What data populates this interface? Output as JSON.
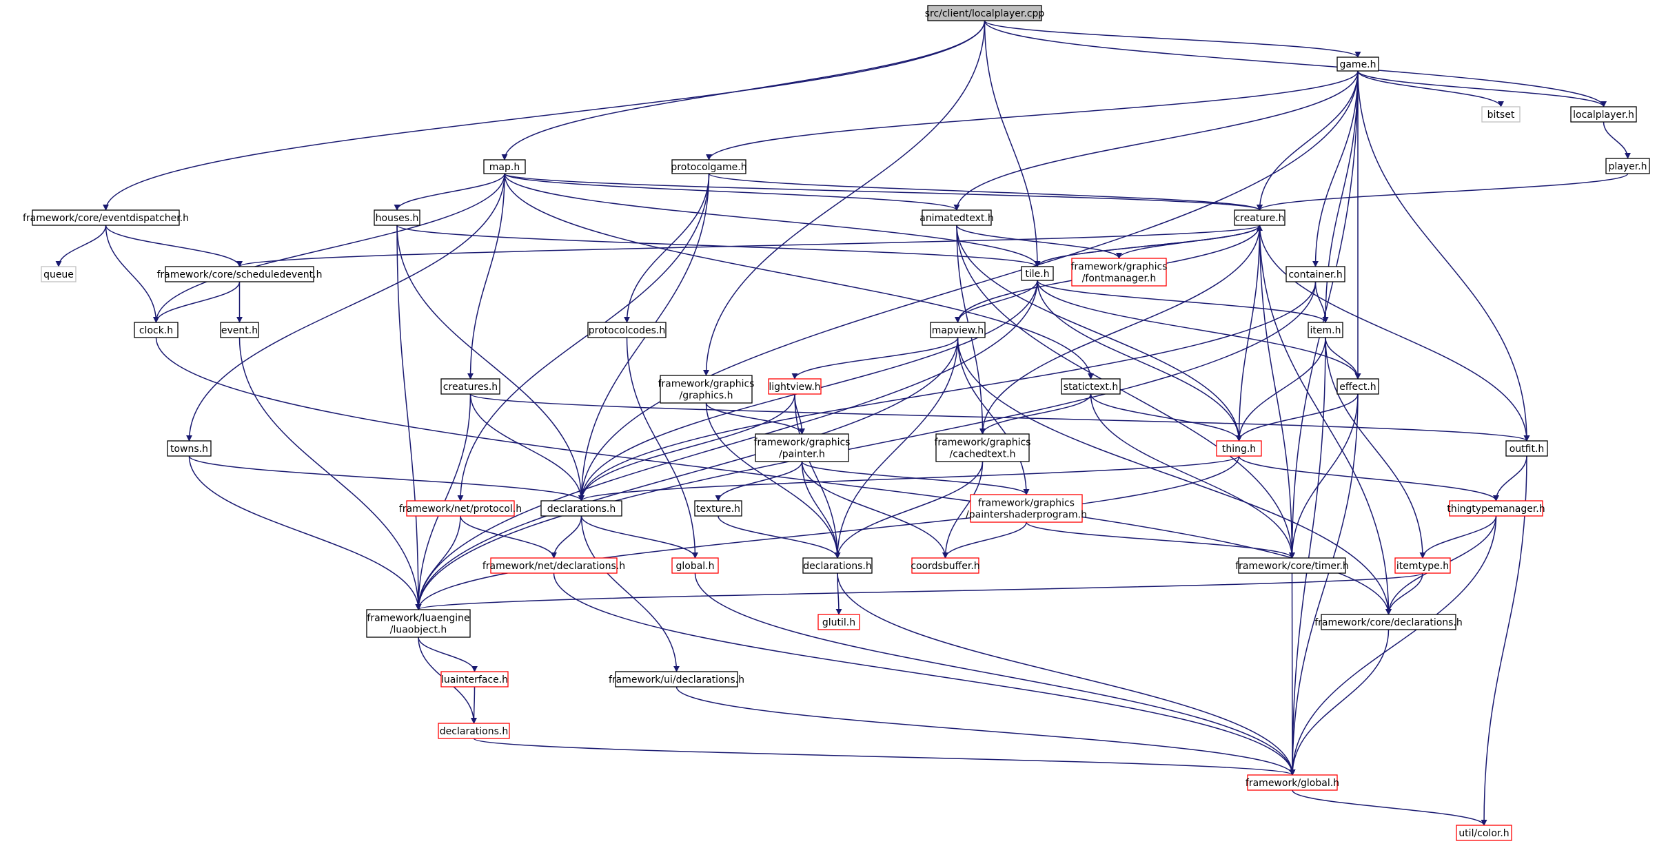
{
  "colors": {
    "edge": "#191970",
    "root_fill": "#bfbfbf",
    "node_border": "#000000",
    "missing_border": "#ff0000",
    "external_border": "#bfbfbf",
    "text": "#000000"
  },
  "nodes": [
    {
      "id": "localplayer_cpp",
      "lines": [
        "src/client/localplayer.cpp"
      ],
      "style": "root"
    },
    {
      "id": "game_h",
      "lines": [
        "game.h"
      ],
      "style": "normal"
    },
    {
      "id": "bitset",
      "lines": [
        "bitset"
      ],
      "style": "external"
    },
    {
      "id": "localplayer_h",
      "lines": [
        "localplayer.h"
      ],
      "style": "normal"
    },
    {
      "id": "player_h",
      "lines": [
        "player.h"
      ],
      "style": "normal"
    },
    {
      "id": "map_h",
      "lines": [
        "map.h"
      ],
      "style": "normal"
    },
    {
      "id": "protocolgame_h",
      "lines": [
        "protocolgame.h"
      ],
      "style": "normal"
    },
    {
      "id": "eventdispatcher_h",
      "lines": [
        "framework/core/eventdispatcher.h"
      ],
      "style": "normal"
    },
    {
      "id": "houses_h",
      "lines": [
        "houses.h"
      ],
      "style": "normal"
    },
    {
      "id": "animatedtext_h",
      "lines": [
        "animatedtext.h"
      ],
      "style": "normal"
    },
    {
      "id": "creature_h",
      "lines": [
        "creature.h"
      ],
      "style": "normal"
    },
    {
      "id": "queue",
      "lines": [
        "queue"
      ],
      "style": "external"
    },
    {
      "id": "scheduledevent_h",
      "lines": [
        "framework/core/scheduledevent.h"
      ],
      "style": "normal"
    },
    {
      "id": "fontmanager_h",
      "lines": [
        "framework/graphics",
        "/fontmanager.h"
      ],
      "style": "missing"
    },
    {
      "id": "tile_h",
      "lines": [
        "tile.h"
      ],
      "style": "normal"
    },
    {
      "id": "container_h",
      "lines": [
        "container.h"
      ],
      "style": "normal"
    },
    {
      "id": "clock_h",
      "lines": [
        "clock.h"
      ],
      "style": "normal"
    },
    {
      "id": "event_h",
      "lines": [
        "event.h"
      ],
      "style": "normal"
    },
    {
      "id": "protocolcodes_h",
      "lines": [
        "protocolcodes.h"
      ],
      "style": "normal"
    },
    {
      "id": "mapview_h",
      "lines": [
        "mapview.h"
      ],
      "style": "normal"
    },
    {
      "id": "item_h",
      "lines": [
        "item.h"
      ],
      "style": "normal"
    },
    {
      "id": "graphics_h",
      "lines": [
        "framework/graphics",
        "/graphics.h"
      ],
      "style": "normal"
    },
    {
      "id": "lightview_h",
      "lines": [
        "lightview.h"
      ],
      "style": "missing"
    },
    {
      "id": "creatures_h",
      "lines": [
        "creatures.h"
      ],
      "style": "normal"
    },
    {
      "id": "staticktext_h",
      "lines": [
        "statictext.h"
      ],
      "style": "normal"
    },
    {
      "id": "effect_h",
      "lines": [
        "effect.h"
      ],
      "style": "normal"
    },
    {
      "id": "towns_h",
      "lines": [
        "towns.h"
      ],
      "style": "normal"
    },
    {
      "id": "painter_h",
      "lines": [
        "framework/graphics",
        "/painter.h"
      ],
      "style": "normal"
    },
    {
      "id": "cachedtext_h",
      "lines": [
        "framework/graphics",
        "/cachedtext.h"
      ],
      "style": "normal"
    },
    {
      "id": "thing_h",
      "lines": [
        "thing.h"
      ],
      "style": "missing"
    },
    {
      "id": "outfit_h",
      "lines": [
        "outfit.h"
      ],
      "style": "normal"
    },
    {
      "id": "declarations_h",
      "lines": [
        "declarations.h"
      ],
      "style": "normal"
    },
    {
      "id": "protocol_h",
      "lines": [
        "framework/net/protocol.h"
      ],
      "style": "missing"
    },
    {
      "id": "texture_h",
      "lines": [
        "texture.h"
      ],
      "style": "normal"
    },
    {
      "id": "paintershader_h",
      "lines": [
        "framework/graphics",
        "/paintershaderprogram.h"
      ],
      "style": "missing"
    },
    {
      "id": "thingtypemanager_h",
      "lines": [
        "thingtypemanager.h"
      ],
      "style": "missing"
    },
    {
      "id": "netdecl_h",
      "lines": [
        "framework/net/declarations.h"
      ],
      "style": "missing"
    },
    {
      "id": "global_h",
      "lines": [
        "global.h"
      ],
      "style": "missing"
    },
    {
      "id": "gdecl_h",
      "lines": [
        "declarations.h"
      ],
      "style": "normal"
    },
    {
      "id": "coordsbuffer_h",
      "lines": [
        "coordsbuffer.h"
      ],
      "style": "missing"
    },
    {
      "id": "timer_h",
      "lines": [
        "framework/core/timer.h"
      ],
      "style": "normal"
    },
    {
      "id": "itemtype_h",
      "lines": [
        "itemtype.h"
      ],
      "style": "missing"
    },
    {
      "id": "luaobject_h",
      "lines": [
        "framework/luaengine",
        "/luaobject.h"
      ],
      "style": "normal"
    },
    {
      "id": "glutil_h",
      "lines": [
        "glutil.h"
      ],
      "style": "missing"
    },
    {
      "id": "coredecl_h",
      "lines": [
        "framework/core/declarations.h"
      ],
      "style": "normal"
    },
    {
      "id": "luainterface_h",
      "lines": [
        "luainterface.h"
      ],
      "style": "missing"
    },
    {
      "id": "uidecl_h",
      "lines": [
        "framework/ui/declarations.h"
      ],
      "style": "normal"
    },
    {
      "id": "luadecl_h",
      "lines": [
        "declarations.h"
      ],
      "style": "missing"
    },
    {
      "id": "fwglobal_h",
      "lines": [
        "framework/global.h"
      ],
      "style": "missing"
    },
    {
      "id": "color_h",
      "lines": [
        "util/color.h"
      ],
      "style": "missing"
    }
  ],
  "edges": [
    [
      "localplayer_cpp",
      "game_h"
    ],
    [
      "localplayer_cpp",
      "localplayer_h"
    ],
    [
      "localplayer_cpp",
      "map_h"
    ],
    [
      "localplayer_cpp",
      "eventdispatcher_h"
    ],
    [
      "localplayer_cpp",
      "tile_h"
    ],
    [
      "localplayer_cpp",
      "graphics_h"
    ],
    [
      "game_h",
      "bitset"
    ],
    [
      "game_h",
      "localplayer_h"
    ],
    [
      "game_h",
      "protocolgame_h"
    ],
    [
      "game_h",
      "animatedtext_h"
    ],
    [
      "game_h",
      "creature_h"
    ],
    [
      "game_h",
      "container_h"
    ],
    [
      "game_h",
      "item_h"
    ],
    [
      "game_h",
      "declarations_h"
    ],
    [
      "game_h",
      "outfit_h"
    ],
    [
      "game_h",
      "effect_h"
    ],
    [
      "game_h",
      "timer_h"
    ],
    [
      "localplayer_h",
      "player_h"
    ],
    [
      "player_h",
      "creature_h"
    ],
    [
      "map_h",
      "houses_h"
    ],
    [
      "map_h",
      "animatedtext_h"
    ],
    [
      "map_h",
      "creature_h"
    ],
    [
      "map_h",
      "tile_h"
    ],
    [
      "map_h",
      "clock_h"
    ],
    [
      "map_h",
      "towns_h"
    ],
    [
      "map_h",
      "creatures_h"
    ],
    [
      "map_h",
      "staticktext_h"
    ],
    [
      "protocolgame_h",
      "creature_h"
    ],
    [
      "protocolgame_h",
      "protocolcodes_h"
    ],
    [
      "protocolgame_h",
      "declarations_h"
    ],
    [
      "protocolgame_h",
      "protocol_h"
    ],
    [
      "eventdispatcher_h",
      "queue"
    ],
    [
      "eventdispatcher_h",
      "scheduledevent_h"
    ],
    [
      "eventdispatcher_h",
      "clock_h"
    ],
    [
      "houses_h",
      "tile_h"
    ],
    [
      "houses_h",
      "declarations_h"
    ],
    [
      "houses_h",
      "luaobject_h"
    ],
    [
      "animatedtext_h",
      "fontmanager_h"
    ],
    [
      "animatedtext_h",
      "cachedtext_h"
    ],
    [
      "animatedtext_h",
      "thing_h"
    ],
    [
      "animatedtext_h",
      "timer_h"
    ],
    [
      "creature_h",
      "tile_h"
    ],
    [
      "creature_h",
      "scheduledevent_h"
    ],
    [
      "creature_h",
      "fontmanager_h"
    ],
    [
      "creature_h",
      "mapview_h"
    ],
    [
      "creature_h",
      "thing_h"
    ],
    [
      "creature_h",
      "outfit_h"
    ],
    [
      "creature_h",
      "timer_h"
    ],
    [
      "creature_h",
      "cachedtext_h"
    ],
    [
      "creature_h",
      "coredecl_h"
    ],
    [
      "tile_h",
      "creature_h"
    ],
    [
      "tile_h",
      "mapview_h"
    ],
    [
      "tile_h",
      "item_h"
    ],
    [
      "tile_h",
      "effect_h"
    ],
    [
      "tile_h",
      "declarations_h"
    ],
    [
      "tile_h",
      "luaobject_h"
    ],
    [
      "tile_h",
      "thing_h"
    ],
    [
      "scheduledevent_h",
      "clock_h"
    ],
    [
      "scheduledevent_h",
      "event_h"
    ],
    [
      "container_h",
      "item_h"
    ],
    [
      "container_h",
      "declarations_h"
    ],
    [
      "container_h",
      "luaobject_h"
    ],
    [
      "clock_h",
      "coredecl_h"
    ],
    [
      "event_h",
      "luaobject_h"
    ],
    [
      "protocolcodes_h",
      "global_h"
    ],
    [
      "mapview_h",
      "lightview_h"
    ],
    [
      "mapview_h",
      "paintershader_h"
    ],
    [
      "mapview_h",
      "gdecl_h"
    ],
    [
      "mapview_h",
      "luaobject_h"
    ],
    [
      "mapview_h",
      "coredecl_h"
    ],
    [
      "item_h",
      "effect_h"
    ],
    [
      "item_h",
      "thing_h"
    ],
    [
      "item_h",
      "itemtype_h"
    ],
    [
      "item_h",
      "fwglobal_h"
    ],
    [
      "graphics_h",
      "painter_h"
    ],
    [
      "graphics_h",
      "gdecl_h"
    ],
    [
      "lightview_h",
      "painter_h"
    ],
    [
      "lightview_h",
      "declarations_h"
    ],
    [
      "lightview_h",
      "gdecl_h"
    ],
    [
      "creatures_h",
      "outfit_h"
    ],
    [
      "creatures_h",
      "declarations_h"
    ],
    [
      "creatures_h",
      "luaobject_h"
    ],
    [
      "staticktext_h",
      "thing_h"
    ],
    [
      "staticktext_h",
      "cachedtext_h"
    ],
    [
      "staticktext_h",
      "timer_h"
    ],
    [
      "effect_h",
      "thing_h"
    ],
    [
      "effect_h",
      "timer_h"
    ],
    [
      "effect_h",
      "fwglobal_h"
    ],
    [
      "towns_h",
      "declarations_h"
    ],
    [
      "towns_h",
      "luaobject_h"
    ],
    [
      "painter_h",
      "texture_h"
    ],
    [
      "painter_h",
      "paintershader_h"
    ],
    [
      "painter_h",
      "coordsbuffer_h"
    ],
    [
      "painter_h",
      "gdecl_h"
    ],
    [
      "cachedtext_h",
      "coordsbuffer_h"
    ],
    [
      "cachedtext_h",
      "gdecl_h"
    ],
    [
      "thing_h",
      "declarations_h"
    ],
    [
      "thing_h",
      "thingtypemanager_h"
    ],
    [
      "thing_h",
      "luaobject_h"
    ],
    [
      "outfit_h",
      "thingtypemanager_h"
    ],
    [
      "outfit_h",
      "color_h"
    ],
    [
      "declarations_h",
      "netdecl_h"
    ],
    [
      "declarations_h",
      "global_h"
    ],
    [
      "declarations_h",
      "uidecl_h"
    ],
    [
      "protocol_h",
      "netdecl_h"
    ],
    [
      "protocol_h",
      "luaobject_h"
    ],
    [
      "texture_h",
      "gdecl_h"
    ],
    [
      "paintershader_h",
      "coordsbuffer_h"
    ],
    [
      "paintershader_h",
      "timer_h"
    ],
    [
      "thingtypemanager_h",
      "itemtype_h"
    ],
    [
      "thingtypemanager_h",
      "coredecl_h"
    ],
    [
      "thingtypemanager_h",
      "fwglobal_h"
    ],
    [
      "netdecl_h",
      "fwglobal_h"
    ],
    [
      "global_h",
      "fwglobal_h"
    ],
    [
      "gdecl_h",
      "glutil_h"
    ],
    [
      "gdecl_h",
      "fwglobal_h"
    ],
    [
      "timer_h",
      "fwglobal_h"
    ],
    [
      "itemtype_h",
      "coredecl_h"
    ],
    [
      "itemtype_h",
      "luaobject_h"
    ],
    [
      "luaobject_h",
      "luainterface_h"
    ],
    [
      "luaobject_h",
      "luadecl_h"
    ],
    [
      "coredecl_h",
      "fwglobal_h"
    ],
    [
      "luainterface_h",
      "luadecl_h"
    ],
    [
      "uidecl_h",
      "fwglobal_h"
    ],
    [
      "luadecl_h",
      "fwglobal_h"
    ],
    [
      "fwglobal_h",
      "color_h"
    ]
  ]
}
